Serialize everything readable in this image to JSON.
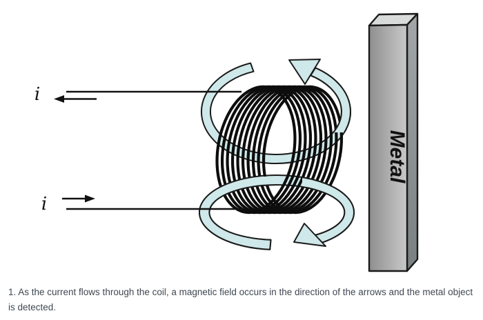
{
  "figure": {
    "current_label_top": "i",
    "current_label_bottom": "i",
    "metal_label": "Metal",
    "colors": {
      "field_arrow_fill": "#cfe8ea",
      "outline": "#1a1a1a",
      "coil_stroke": "#0d0d0d",
      "wire_stroke": "#111111",
      "metal_front_left": "#8f8f8f",
      "metal_front_right": "#c9c9c9",
      "metal_top_face": "#d9dbdb",
      "metal_side_top": "#a3a7a8",
      "metal_side_bottom": "#798082",
      "metal_text": "#111111",
      "caption_text": "#3f4750",
      "background": "#ffffff"
    }
  },
  "caption": {
    "text": "1. As the current flows through the coil, a magnetic field occurs in the direction of the arrows and the metal object is detected."
  }
}
